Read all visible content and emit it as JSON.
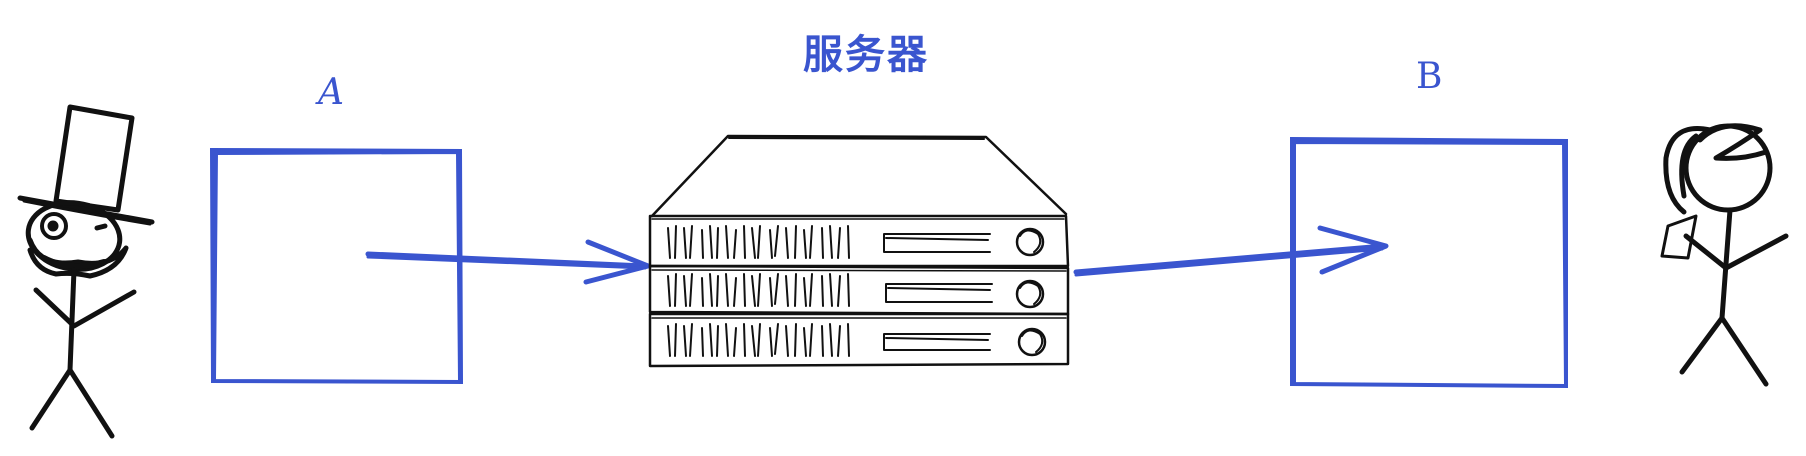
{
  "labels": {
    "server": "服务器",
    "box_a": "A",
    "box_b": "B"
  },
  "colors": {
    "accent": "#3a55cf",
    "ink": "#111111",
    "background": "#ffffff"
  },
  "icons": [
    "man-with-top-hat-icon",
    "server-rack-icon",
    "woman-with-phone-icon"
  ]
}
